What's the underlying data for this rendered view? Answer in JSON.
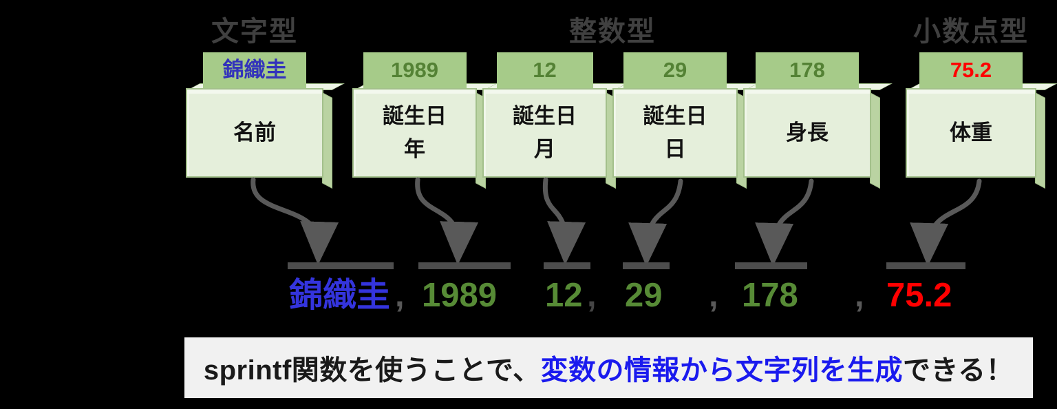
{
  "type_labels": {
    "string_type": "文字型",
    "integer_type": "整数型",
    "float_type": "小数点型"
  },
  "variables": [
    {
      "type": "文字型",
      "value": "錦織圭",
      "value_color": "#3333bb",
      "name": "名前",
      "name_lines": [
        "名前"
      ]
    },
    {
      "type": "整数型",
      "value": "1989",
      "value_color": "#548235",
      "name": "誕生日年",
      "name_lines": [
        "誕生日",
        "年"
      ]
    },
    {
      "type": "整数型",
      "value": "12",
      "value_color": "#548235",
      "name": "誕生日月",
      "name_lines": [
        "誕生日",
        "月"
      ]
    },
    {
      "type": "整数型",
      "value": "29",
      "value_color": "#548235",
      "name": "誕生日日",
      "name_lines": [
        "誕生日",
        "日"
      ]
    },
    {
      "type": "整数型",
      "value": "178",
      "value_color": "#548235",
      "name": "身長",
      "name_lines": [
        "身長"
      ]
    },
    {
      "type": "小数点型",
      "value": "75.2",
      "value_color": "#ff0000",
      "name": "体重",
      "name_lines": [
        "体重"
      ]
    }
  ],
  "result_line": {
    "items": [
      {
        "text": "錦織圭",
        "color": "#3434dd"
      },
      {
        "text": ",",
        "color": "#595959"
      },
      {
        "text": "1989",
        "color": "#578b36"
      },
      {
        "text": "12",
        "color": "#578b36"
      },
      {
        "text": ",",
        "color": "#454545"
      },
      {
        "text": "29",
        "color": "#578b36"
      },
      {
        "text": ",",
        "color": "#595959"
      },
      {
        "text": "178",
        "color": "#578b36"
      },
      {
        "text": ",",
        "color": "#595959"
      },
      {
        "text": "75.2",
        "color": "#ff0000"
      }
    ]
  },
  "banner": {
    "segments": [
      {
        "text": "sprintf関数を使うことで、",
        "color": "#1a1a1a"
      },
      {
        "text": "変数の情報から文字列を生成",
        "color": "#1a1aee"
      },
      {
        "text": "できる！",
        "color": "#1a1a1a"
      }
    ]
  },
  "colors": {
    "background": "#000000",
    "type_label_gray": "#404040",
    "tab_green": "#a6cb89",
    "box_face_green": "#e5efdb",
    "box_side_green": "#bad3a2",
    "box_border_green": "#a3c08b",
    "arrow_gray": "#595959",
    "underline_bar_gray": "#4d4d4d",
    "banner_background": "#f1f1f1"
  }
}
